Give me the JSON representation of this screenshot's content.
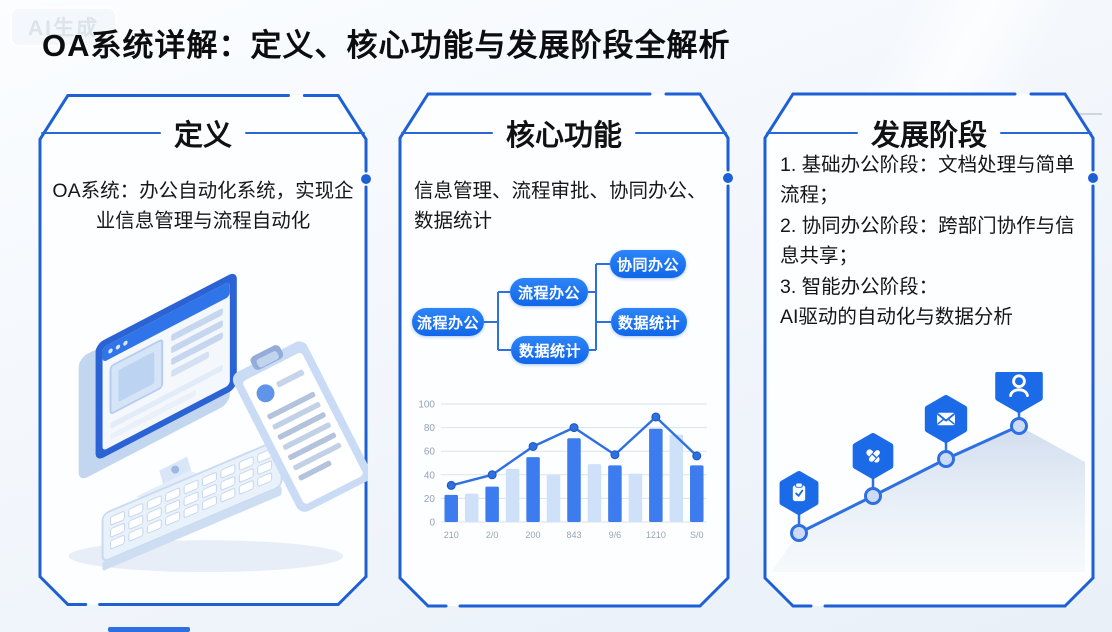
{
  "watermark": "AI生成",
  "header": {
    "title": "OA系统详解：定义、核心功能与发展阶段全解析"
  },
  "panels": {
    "definition": {
      "title": "定义",
      "body": "OA系统：办公自动化系统，实现企业信息管理与流程自动化",
      "illustration": "isometric-computer-keyboard-clipboard"
    },
    "core_functions": {
      "title": "核心功能",
      "body": "信息管理、流程审批、协同办公、数据统计",
      "flowchart": {
        "root": "流程办公",
        "mid_top": "流程办公",
        "mid_bottom": "数据统计",
        "right_top": "协同办公",
        "right_bottom": "数据统计"
      }
    },
    "stages": {
      "title": "发展阶段",
      "items": [
        "1. 基础办公阶段：文档处理与简单流程；",
        "2. 协同办公阶段：跨部门协作与信息共享；",
        "3. 智能办公阶段：",
        "AI驱动的自动化与数据分析"
      ]
    }
  },
  "colors": {
    "accent_blue": "#1d5fd4",
    "pill_blue": "#1677f0",
    "bar_dark": "#3d7cee",
    "bar_light": "#cfe0f9",
    "line_blue": "#2e6fe2",
    "hex_blue": "#1b6ae8",
    "grid_gray": "#dde3ec",
    "tick_gray": "#98a2b3"
  },
  "chart_data": [
    {
      "type": "bar",
      "panel": "core_functions",
      "ylim": [
        0,
        100
      ],
      "yticks": [
        0,
        20,
        40,
        60,
        80,
        100
      ],
      "grid": true,
      "legend": false,
      "categories": [
        "210",
        "2/0",
        "200",
        "843",
        "9/6",
        "1210",
        "S/0"
      ],
      "bars": [
        {
          "value": 23,
          "tone": "dark"
        },
        {
          "value": 24,
          "tone": "light"
        },
        {
          "value": 30,
          "tone": "dark"
        },
        {
          "value": 45,
          "tone": "light"
        },
        {
          "value": 55,
          "tone": "dark"
        },
        {
          "value": 40,
          "tone": "light"
        },
        {
          "value": 71,
          "tone": "dark"
        },
        {
          "value": 49,
          "tone": "light"
        },
        {
          "value": 48,
          "tone": "dark"
        },
        {
          "value": 41,
          "tone": "light"
        },
        {
          "value": 79,
          "tone": "dark"
        },
        {
          "value": 74,
          "tone": "light"
        },
        {
          "value": 48,
          "tone": "dark"
        }
      ],
      "line_series": {
        "values": [
          31,
          40,
          64,
          80,
          57,
          89,
          56
        ]
      }
    },
    {
      "type": "line",
      "panel": "stages",
      "style": "rising-milestones",
      "area_fill": true,
      "milestones": [
        {
          "step": 1,
          "icon": "clipboard-check-icon"
        },
        {
          "step": 2,
          "icon": "pills-icon"
        },
        {
          "step": 3,
          "icon": "mail-icon"
        },
        {
          "step": 4,
          "icon": "person-icon"
        }
      ]
    }
  ]
}
